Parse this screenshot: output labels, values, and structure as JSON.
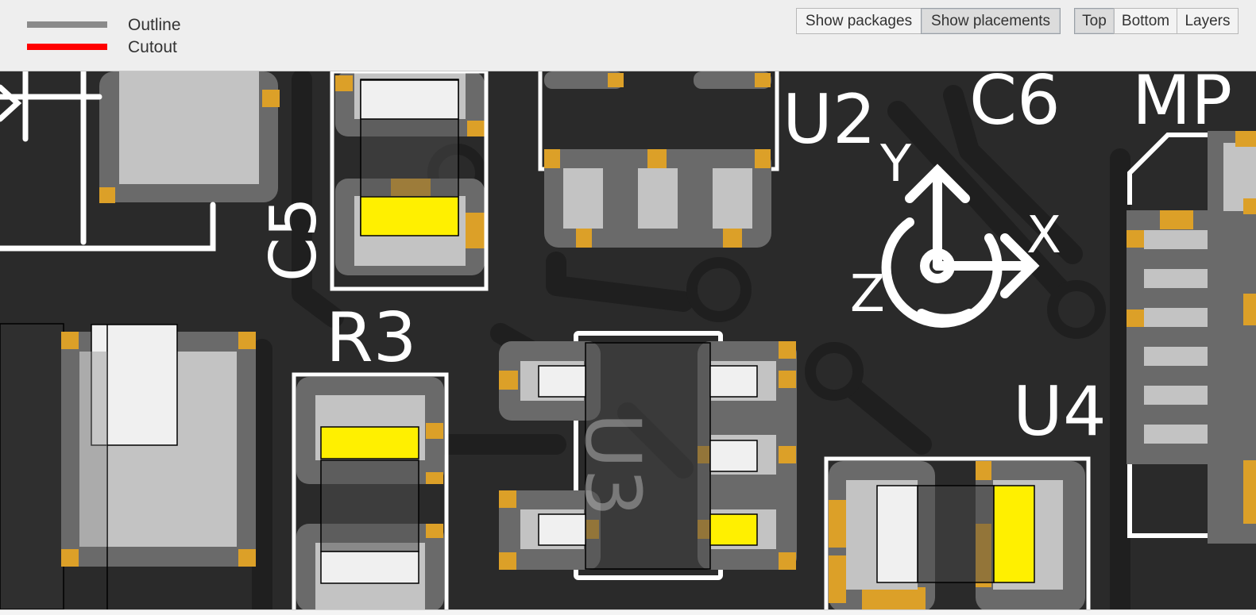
{
  "legend": {
    "items": [
      {
        "label": "Outline",
        "color": "#8a8a8a"
      },
      {
        "label": "Cutout",
        "color": "#ff0000"
      }
    ]
  },
  "toolbar": {
    "show_packages": "Show packages",
    "show_placements": "Show placements",
    "view_top": "Top",
    "view_bottom": "Bottom",
    "view_layers": "Layers",
    "active_view": "Top"
  },
  "pcb": {
    "refdes": [
      "U2",
      "C6",
      "MP",
      "C5",
      "R3",
      "U3",
      "U4"
    ],
    "axes": {
      "x": "X",
      "y": "Y",
      "z": "Z"
    },
    "colors": {
      "background": "#2a2a2a",
      "silkscreen": "#ffffff",
      "copper": "#dca028",
      "pad": "#c3c3c3",
      "mask": "#6a6a6a",
      "highlight": "#fff000"
    }
  }
}
